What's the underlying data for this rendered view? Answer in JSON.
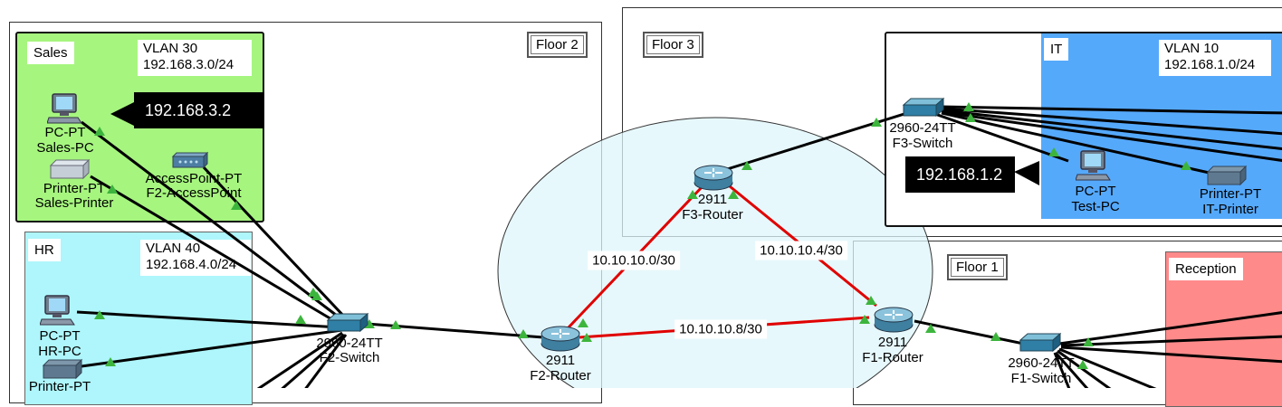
{
  "floors": {
    "floor1": "Floor 1",
    "floor2": "Floor 2",
    "floor3": "Floor 3"
  },
  "zones": {
    "sales": {
      "name": "Sales",
      "vlan": "VLAN 30",
      "subnet": "192.168.3.0/24",
      "color": "#a6f57f"
    },
    "hr": {
      "name": "HR",
      "vlan": "VLAN 40",
      "subnet": "192.168.4.0/24",
      "color": "#aef6fb"
    },
    "it": {
      "name": "IT",
      "vlan": "VLAN 10",
      "subnet": "192.168.1.0/24",
      "color": "#55a9fb"
    },
    "reception": {
      "name": "Reception",
      "color": "#fe8a8a"
    }
  },
  "devices": {
    "sales_pc": {
      "type": "PC-PT",
      "name": "Sales-PC"
    },
    "sales_printer": {
      "type": "Printer-PT",
      "name": "Sales-Printer"
    },
    "f2_ap": {
      "type": "AccessPoint-PT",
      "name": "F2-AccessPoint"
    },
    "hr_pc": {
      "type": "PC-PT",
      "name": "HR-PC"
    },
    "hr_printer": {
      "type": "Printer-PT"
    },
    "f2_switch": {
      "type": "2960-24TT",
      "name": "F2-Switch"
    },
    "f2_router": {
      "type": "2911",
      "name": "F2-Router"
    },
    "f3_router": {
      "type": "2911",
      "name": "F3-Router"
    },
    "f1_router": {
      "type": "2911",
      "name": "F1-Router"
    },
    "f3_switch": {
      "type": "2960-24TT",
      "name": "F3-Switch"
    },
    "f1_switch": {
      "type": "2960-24TT",
      "name": "F1-Switch"
    },
    "test_pc": {
      "type": "PC-PT",
      "name": "Test-PC"
    },
    "it_printer": {
      "type": "Printer-PT",
      "name": "IT-Printer"
    }
  },
  "ip_notes": {
    "sales": "192.168.3.2",
    "it": "192.168.1.2"
  },
  "links": {
    "f2_f3": "10.10.10.0/30",
    "f3_f1": "10.10.10.4/30",
    "f2_f1": "10.10.10.8/30"
  },
  "colors": {
    "wan_link": "#e00000",
    "lan_link": "#000000",
    "link_light": "#3db53d",
    "router_area": "#dff6fb"
  }
}
